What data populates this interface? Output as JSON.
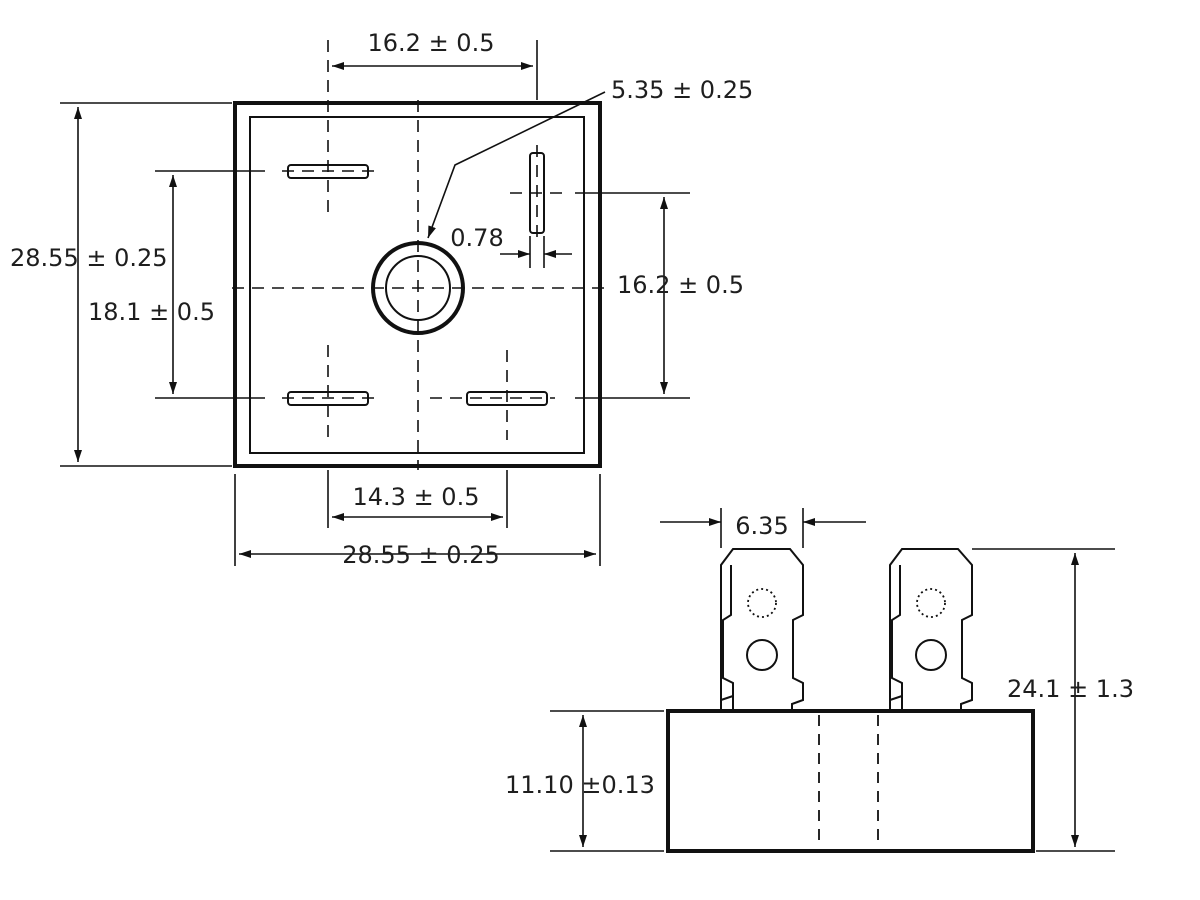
{
  "top_view": {
    "dims": {
      "pin_spacing_top": "16.2 ± 0.5",
      "hole_diameter": "5.35 ± 0.25",
      "body_height": "28.55 ± 0.25",
      "pin_width": "0.78",
      "pin_spacing_right": "16.2 ± 0.5",
      "pin_spacing_left": "18.1 ± 0.5",
      "pin_spacing_bottom": "14.3 ± 0.5",
      "body_width": "28.55 ± 0.25"
    }
  },
  "side_view": {
    "dims": {
      "terminal_width": "6.35",
      "overall_height": "24.1 ± 1.3",
      "body_height": "11.10 ±0.13"
    }
  }
}
